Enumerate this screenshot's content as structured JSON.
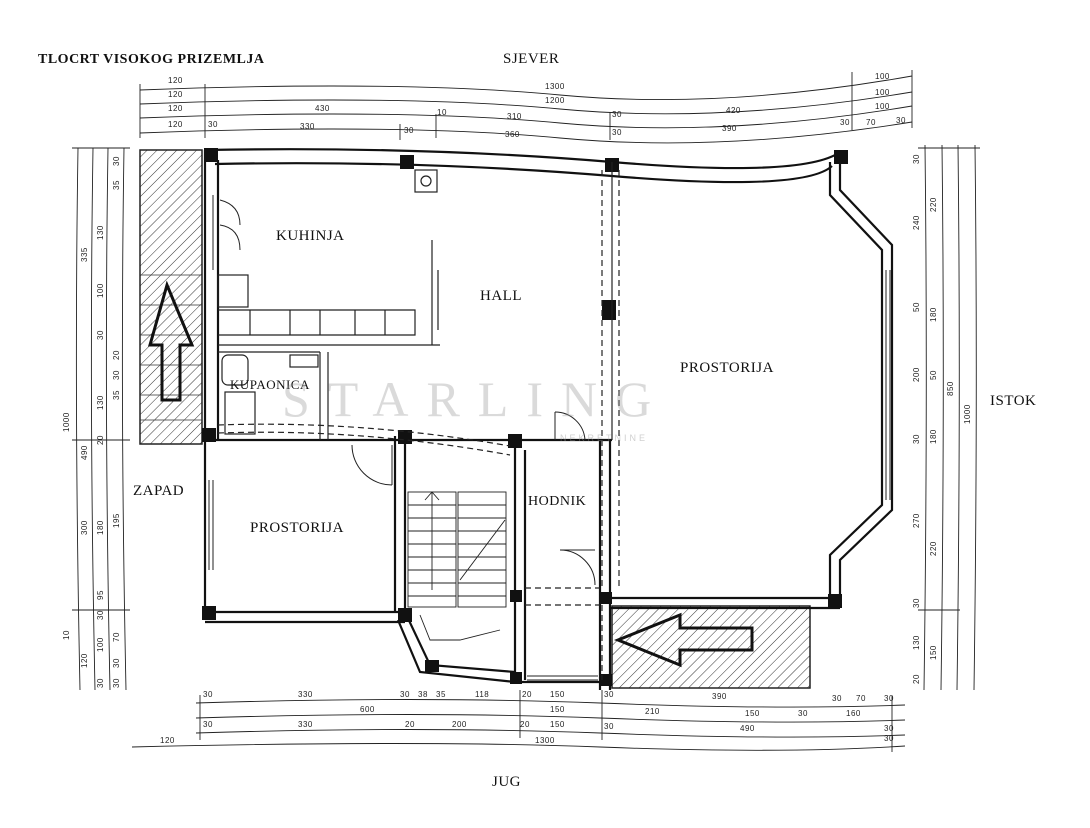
{
  "plan": {
    "title": "TLOCRT VISOKOG PRIZEMLJA",
    "orientation": {
      "north": "SJEVER",
      "south": "JUG",
      "east": "ISTOK",
      "west": "ZAPAD"
    },
    "rooms": {
      "kitchen": "KUHINJA",
      "hall": "HALL",
      "bathroom": "KUPAONICA",
      "room_east": "PROSTORIJA",
      "room_west": "PROSTORIJA",
      "corridor": "HODNIK"
    },
    "watermark": "STARLING",
    "watermark_sub": "NEKRETNINE"
  },
  "dimensions": {
    "top_row1": [
      "120",
      "1300",
      "100"
    ],
    "top_row2": [
      "120",
      "1200",
      "100"
    ],
    "top_row3": [
      "120",
      "430",
      "10",
      "310",
      "30",
      "420",
      "100"
    ],
    "top_row4": [
      "120",
      "30",
      "330",
      "30",
      "360",
      "30",
      "390",
      "30",
      "70",
      "30"
    ],
    "bottom_row1": [
      "30",
      "330",
      "30",
      "38",
      "35",
      "118",
      "20",
      "150",
      "30",
      "390",
      "30",
      "70",
      "30"
    ],
    "bottom_row2": [
      "600",
      "150",
      "210",
      "150",
      "30",
      "160"
    ],
    "bottom_row3": [
      "30",
      "330",
      "20",
      "200",
      "20",
      "150",
      "30",
      "490",
      "30"
    ],
    "bottom_row4": [
      "120",
      "1300",
      "30"
    ],
    "left_col1": [
      "1000",
      "10"
    ],
    "left_col2": [
      "335",
      "490",
      "300",
      "120"
    ],
    "left_col3": [
      "130",
      "100",
      "30",
      "130",
      "20",
      "180",
      "95",
      "30",
      "100",
      "30"
    ],
    "left_col4": [
      "30",
      "35",
      "20",
      "30",
      "35",
      "195",
      "70",
      "30",
      "30"
    ],
    "right_col1": [
      "30",
      "240",
      "50",
      "200",
      "30",
      "270",
      "30",
      "130",
      "20"
    ],
    "right_col2": [
      "220",
      "180",
      "50",
      "180",
      "220",
      "150"
    ],
    "right_col3": [
      "850"
    ],
    "right_col4": [
      "1000"
    ]
  }
}
